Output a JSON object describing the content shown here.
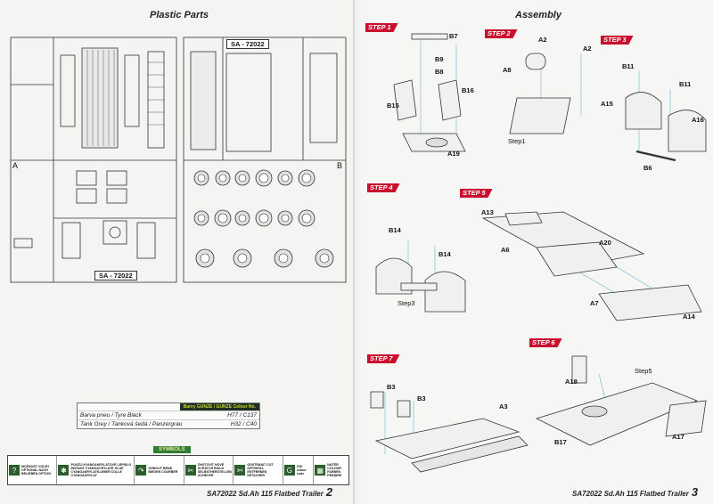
{
  "left_page": {
    "title": "Plastic Parts",
    "sprue_labels": [
      "SA - 72022",
      "SA - 72022"
    ],
    "frame_letters": [
      "A",
      "B"
    ],
    "footer": "SA72022 Sd.Ah 115 Flatbed Trailer",
    "page_number": "2"
  },
  "colour_table": {
    "header": "Barvy GUNZE / GUNZE Colour No.",
    "rows": [
      {
        "name": "Barva pneu / Tyre Black",
        "codes": "H77 / C137"
      },
      {
        "name": "Tank Grey / Tanková šedá / Panzergrau",
        "codes": "H32 / C40"
      }
    ]
  },
  "symbols": {
    "title": "SYMBOLS",
    "items": [
      {
        "icon": "?",
        "text": "MOŽNOST VOLBY OPTIONAL NACH BELIEBEN OPTION"
      },
      {
        "icon": "✱",
        "text": "POUŽIJ KYANOAKRYLÁTOVÉ LEPIDLO INSTANT CYANOACRYLATE GLUE CYANOAKRYLATKLEBER COLLE CYANOACRYLAT"
      },
      {
        "icon": "↷",
        "text": "OHNOUT BEND BIEGEN COURBER"
      },
      {
        "icon": "✂",
        "text": "ZHOTOVIT NOVÉ SCRATCH BUILD SELBSTHERSTELLEN ACHEVER"
      },
      {
        "icon": "✄",
        "text": "ODSTRANIT CUT OFF/DRILL ENTFERNEN DÉTACHER"
      },
      {
        "icon": "G",
        "text": "GSI colour code"
      },
      {
        "icon": "▦",
        "text": "NÁTĚR COLOUR FARBEN PEINDRE"
      }
    ]
  },
  "right_page": {
    "title": "Assembly",
    "footer": "SA72022 Sd.Ah 115 Flatbed Trailer",
    "page_number": "3",
    "steps": [
      {
        "label": "STEP 1",
        "parts": [
          "B7",
          "B9",
          "B8",
          "B15",
          "B16",
          "A19"
        ]
      },
      {
        "label": "STEP 2",
        "parts": [
          "A2",
          "A2",
          "A8",
          "Step1"
        ]
      },
      {
        "label": "STEP 3",
        "parts": [
          "B11",
          "B11",
          "A15",
          "A16",
          "B6"
        ]
      },
      {
        "label": "STEP 4",
        "parts": [
          "B14",
          "B14",
          "Step3"
        ]
      },
      {
        "label": "STEP 5",
        "parts": [
          "A13",
          "A20",
          "A6",
          "A7",
          "A14"
        ]
      },
      {
        "label": "STEP 6",
        "parts": [
          "A18",
          "Step5",
          "B17",
          "A17"
        ]
      },
      {
        "label": "STEP 7",
        "parts": [
          "B3",
          "B3",
          "A3"
        ]
      }
    ]
  }
}
